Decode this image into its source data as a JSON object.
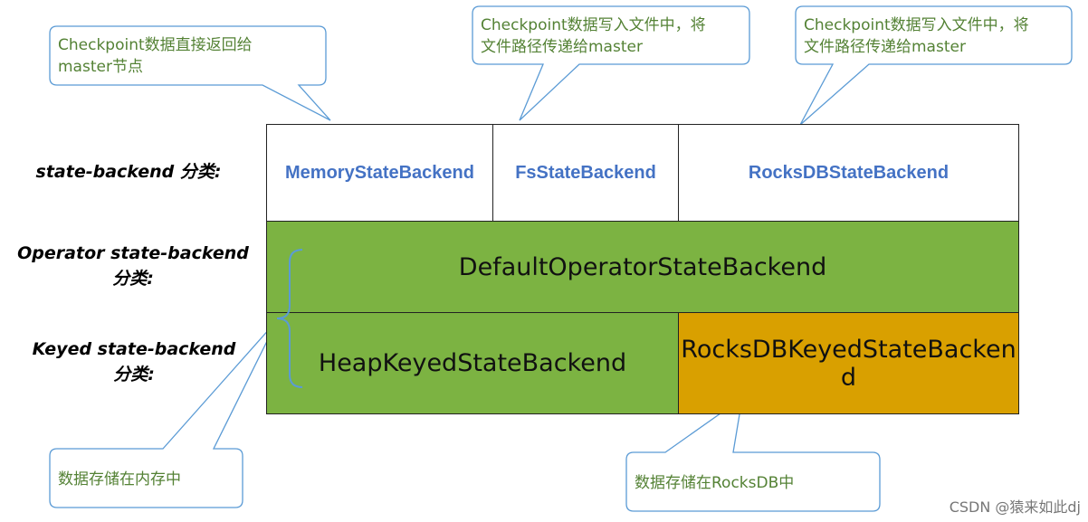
{
  "row_labels": {
    "state_backend": "state-backend 分类:",
    "operator_line1": "Operator state-backend",
    "operator_line2": "分类:",
    "keyed_line1": "Keyed state-backend",
    "keyed_line2": "分类:"
  },
  "backends": {
    "memory": "MemoryStateBackend",
    "fs": "FsStateBackend",
    "rocksdb": "RocksDBStateBackend"
  },
  "operator_backend": "DefaultOperatorStateBackend",
  "keyed_backends": {
    "heap": "HeapKeyedStateBackend",
    "rocksdb_line1": "RocksDBKeyedStateBacken",
    "rocksdb_line2": "d"
  },
  "callouts": {
    "memory_line1": "Checkpoint数据直接返回给",
    "memory_line2": "master节点",
    "fs_line1": "Checkpoint数据写入文件中，将",
    "fs_line2": "文件路径传递给master",
    "rocks_line1": "Checkpoint数据写入文件中，将",
    "rocks_line2": "文件路径传递给master",
    "heap_store": "数据存储在内存中",
    "rocks_store": "数据存储在RocksDB中"
  },
  "colors": {
    "green": "#7cb342",
    "orange": "#d9a000",
    "blue_text": "#4472c4",
    "callout_border": "#5b9bd5",
    "callout_text": "#548235"
  },
  "footer": "CSDN @猿来如此dj"
}
